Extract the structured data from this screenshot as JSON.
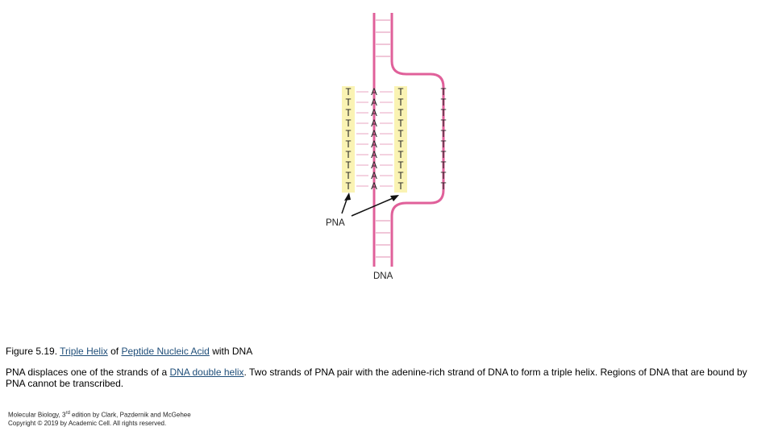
{
  "diagram": {
    "pna_left_bases": [
      "T",
      "T",
      "T",
      "T",
      "T",
      "T",
      "T",
      "T",
      "T",
      "T"
    ],
    "dna_bases": [
      "A",
      "A",
      "A",
      "A",
      "A",
      "A",
      "A",
      "A",
      "A",
      "A"
    ],
    "pna_right_bases": [
      "T",
      "T",
      "T",
      "T",
      "T",
      "T",
      "T",
      "T",
      "T",
      "T"
    ],
    "displaced_bases": [
      "T",
      "T",
      "T",
      "T",
      "T",
      "T",
      "T",
      "T",
      "T",
      "T"
    ],
    "pna_label": "PNA",
    "dna_label": "DNA",
    "colors": {
      "strand": "#e0609a",
      "rung": "#ecb3cc",
      "pna_fill": "#faf3b3",
      "arrow": "#111111"
    }
  },
  "caption": {
    "fig_label": "Figure 5.19.",
    "link1": "Triple Helix",
    "of": "of",
    "link2": "Peptide Nucleic Acid",
    "with_dna": "with DNA",
    "body_pre": "PNA displaces one of the strands of a",
    "body_link": "DNA double helix",
    "body_post": ". Two strands of PNA pair with the adenine-rich strand of DNA to form a triple helix. Regions of DNA that are bound by PNA cannot be transcribed."
  },
  "credit": {
    "line1_pre": "Molecular Biology, 3",
    "line1_sup": "rd",
    "line1_post": "edition by Clark, Pazdernik and  McGehee",
    "line2": "Copyright © 2019 by Academic Cell. All rights reserved."
  }
}
